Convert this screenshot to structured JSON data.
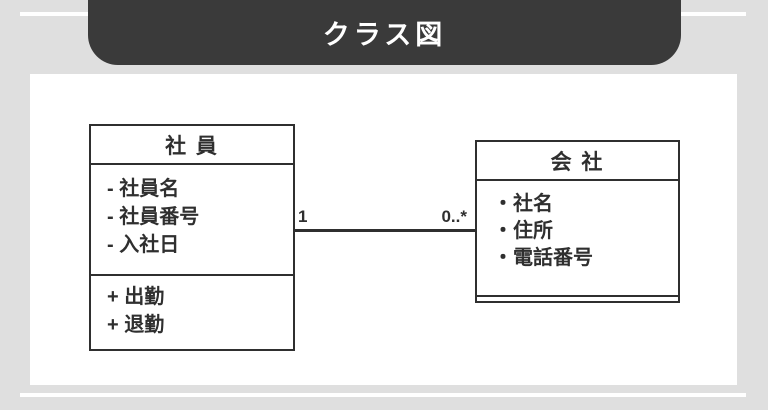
{
  "page": {
    "title": "クラス図"
  },
  "colors": {
    "background": "#dfdfdf",
    "banner": "#3a3a3a",
    "panel": "#ffffff",
    "stroke": "#2f2f2f",
    "text": "#2f2f2f",
    "title_text": "#ffffff"
  },
  "diagram": {
    "classes": [
      {
        "name": "社 員",
        "attributes": [
          "- 社員名",
          "- 社員番号",
          "- 入社日"
        ],
        "methods": [
          "+ 出勤",
          "+ 退勤"
        ]
      },
      {
        "name": "会 社",
        "attributes": [
          "・社名",
          "・住所",
          "・電話番号"
        ],
        "methods": []
      }
    ],
    "association": {
      "left_multiplicity": "1",
      "right_multiplicity": "0..*"
    }
  }
}
